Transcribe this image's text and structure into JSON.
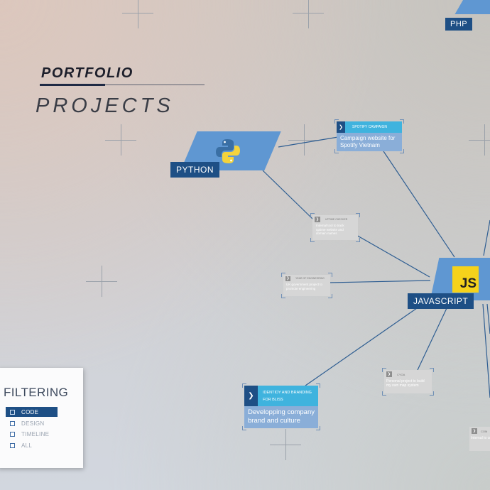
{
  "header": {
    "title": "PORTFOLIO",
    "subtitle": "PROJECTS"
  },
  "languages": {
    "python": {
      "label": "PYTHON"
    },
    "javascript": {
      "label": "JAVASCRIPT",
      "badge": "JS"
    },
    "php": {
      "label": "PHP"
    }
  },
  "projects": {
    "spotify": {
      "tag": "SPOTIFY CAMPAIGN",
      "description": "Campaign website for Spotify Vietnam"
    },
    "uptime": {
      "tag": "UPTIME CHECKER",
      "description": "Internal tool to track uptime website and domain names"
    },
    "engineering": {
      "tag": "YEAR OF ENGINEERING",
      "description": "UK government project to promote engineering"
    },
    "bliss": {
      "tag": "IDENTIDY AND BRANDING FOR BLISS",
      "description": "Developping company brand and culture"
    },
    "cyoa": {
      "tag": "CYOA",
      "description": "Personal project to build my own map system"
    },
    "com": {
      "tag": "COM",
      "description": "Internal to creative p"
    }
  },
  "filtering": {
    "title": "FILTERING",
    "items": [
      {
        "label": "CODE",
        "active": true
      },
      {
        "label": "DESIGN",
        "active": false
      },
      {
        "label": "TIMELINE",
        "active": false
      },
      {
        "label": "ALL",
        "active": false
      }
    ]
  },
  "colors": {
    "accent_dark": "#1e4f85",
    "node_blue": "#5f97d2",
    "js_yellow": "#f5d21b",
    "card_blue": "#8aaed8",
    "card_gray": "#d2d2d2"
  }
}
